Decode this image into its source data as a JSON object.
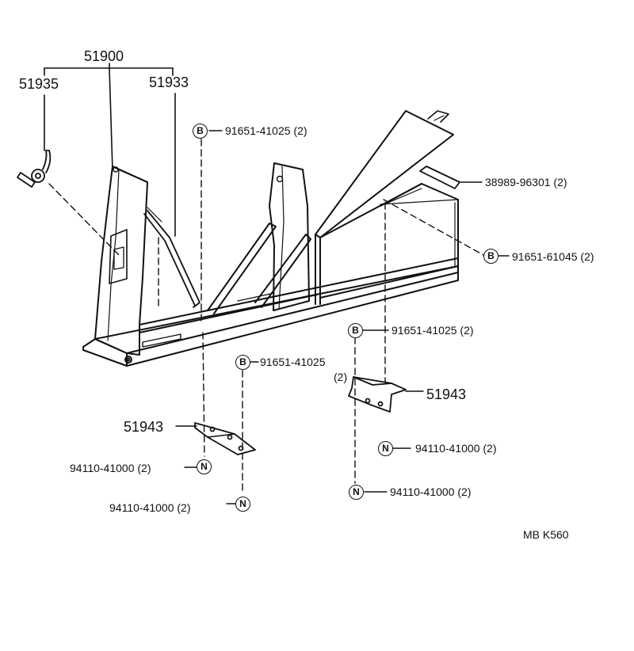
{
  "diagram": {
    "parts": {
      "p51900": "51900",
      "p51935": "51935",
      "p51933": "51933",
      "p51943_left": "51943",
      "p51943_right": "51943",
      "p38989": "38989-96301 (2)"
    },
    "bolts": {
      "b_top": "91651-41025 (2)",
      "b_mid_right": "91651-61045 (2)",
      "b_lower_right": "91651-41025 (2)",
      "b_lower_left": "91651-41025",
      "b_lower_left_qty": "(2)",
      "symbol": "B"
    },
    "nuts": {
      "n_left_upper": "94110-41000 (2)",
      "n_left_lower": "94110-41000 (2)",
      "n_right_upper": "94110-41000 (2)",
      "n_right_lower": "94110-41000 (2)",
      "symbol": "N"
    },
    "reference": "MB K560",
    "line_color": "#111111"
  }
}
